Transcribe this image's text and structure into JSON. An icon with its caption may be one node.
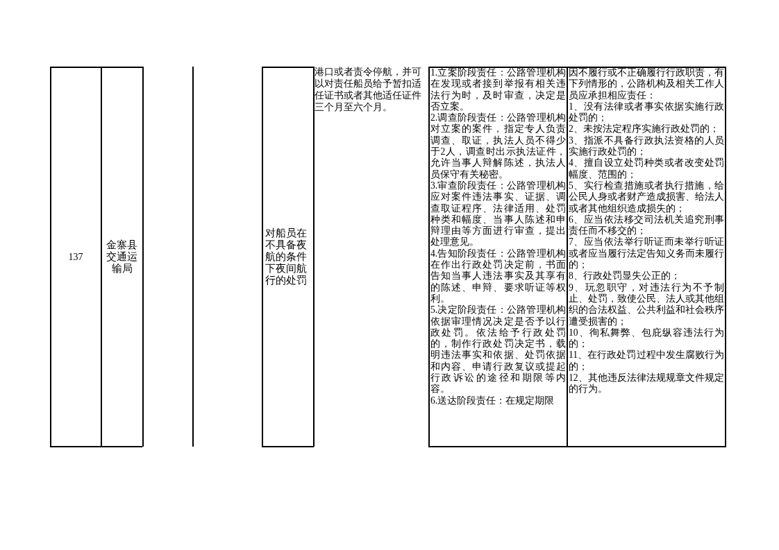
{
  "diagram": {
    "labels": [
      "137",
      "金寨县交通运输局",
      "对船员在不具备夜航的条件下夜间航行的处罚",
      "港口或者责令停航，并可以对责任船员给予暂扣适任证书或者其他适任证件三个月至六个月。",
      "1.立案阶段责任：公路管理机构在发现或者接到举报有相关违法行为时，及时审查，决定是否立案。",
      "2.调查阶段责任：公路管理机构对立案的案件，指定专人负责调查、取证，执法人员不得少于2人，调查时出示执法证件，允许当事人辩解陈述，执法人员保守有关秘密。",
      "3.审查阶段责任：公路管理机构应对案件违法事实、证据、调查取证程序、法律适用、处罚种类和幅度、当事人陈述和申辩理由等方面进行审查，提出处理意见。",
      "4.告知阶段责任：公路管理机构在作出行政处罚决定前，书面告知当事人违法事实及其享有的陈述、申辩、要求听证等权利。",
      "5.决定阶段责任：公路管理机构依据审理情况决定是否予以行政处罚。依法给予行政处罚的，制作行政处罚决定书，载明违法事实和依据、处罚依据和内容、申请行政复议或提起行政诉讼的途径和期限等内容。",
      "6.送达阶段责任：在规定期限",
      "因不履行或不正确履行行政职责，有下列情形的，公路机构及相关工作人员应承担相应责任：",
      "1、没有法律或者事实依据实施行政处罚的；",
      "2、未按法定程序实施行政处罚的；",
      "3、指派不具备行政执法资格的人员实施行政处罚的；",
      "4、擅自设立处罚种类或者改变处罚幅度、范围的；",
      "5、实行检查措施或者执行措施，给公民人身或者财产造成损害、给法人或者其他组织造成损失的；",
      "6、应当依法移交司法机关追究刑事责任而不移交的；",
      "7、应当依法举行听证而未举行听证或者应当履行法定告知义务而未履行的；",
      "8、行政处罚显失公正的；",
      "9、玩忽职守，对违法行为不予制止、处罚，致使公民、法人或其他组织的合法权益、公共利益和社会秩序遭受损害的；",
      "10、徇私舞弊、包庇纵容违法行为的；",
      "11、在行政处罚过程中发生腐败行为的；",
      "12、其他违反法律法规规章文件规定的行为。"
    ]
  }
}
